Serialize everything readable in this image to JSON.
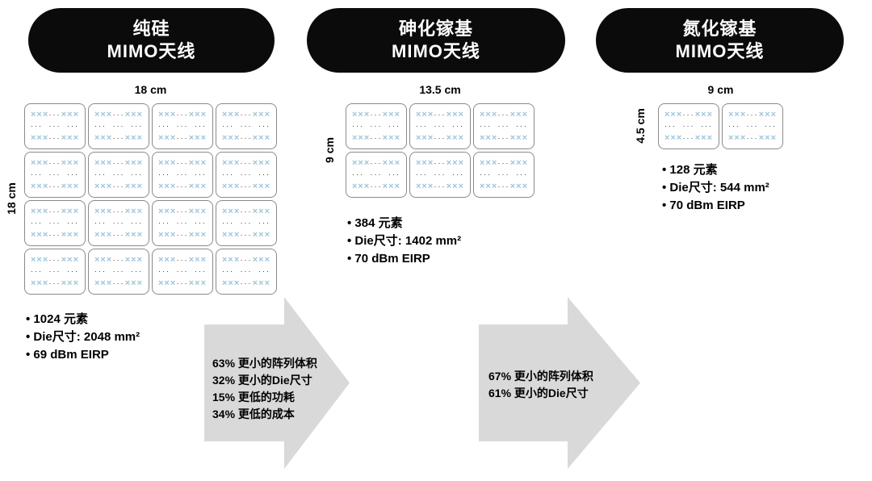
{
  "panels": [
    {
      "title1": "纯硅",
      "title2": "MIMO天线",
      "width_label": "18 cm",
      "height_label": "18 cm",
      "grid": {
        "rows": 4,
        "cols": 4
      },
      "specs": [
        "1024 元素",
        "Die尺寸: 2048 mm²",
        "69 dBm EIRP"
      ]
    },
    {
      "title1": "砷化镓基",
      "title2": "MIMO天线",
      "width_label": "13.5 cm",
      "height_label": "9 cm",
      "grid": {
        "rows": 2,
        "cols": 3
      },
      "specs": [
        "384 元素",
        "Die尺寸: 1402 mm²",
        "70 dBm EIRP"
      ]
    },
    {
      "title1": "氮化镓基",
      "title2": "MIMO天线",
      "width_label": "9 cm",
      "height_label": "4.5 cm",
      "grid": {
        "rows": 1,
        "cols": 2
      },
      "specs": [
        "128 元素",
        "Die尺寸: 544 mm²",
        "70 dBm EIRP"
      ]
    }
  ],
  "arrows": [
    {
      "lines": [
        "63% 更小的阵列体积",
        "32% 更小的Die尺寸",
        "15% 更低的功耗",
        "34% 更低的成本"
      ]
    },
    {
      "lines": [
        "67% 更小的阵列体积",
        "61% 更小的Die尺寸"
      ]
    }
  ],
  "tile_pattern": {
    "glyphs": {
      "x": "×××",
      "d": "···"
    },
    "rows": [
      [
        "x",
        "d",
        "x"
      ],
      [
        "d",
        "d",
        "d"
      ],
      [
        "x",
        "d",
        "x"
      ]
    ]
  },
  "colors": {
    "pill_bg": "#0b0b0b",
    "pill_text": "#ffffff",
    "tile_border": "#8a8a8a",
    "element_blue": "#9fc5da",
    "dot_dark": "#2b2b2b",
    "arrow_gray": "#d9d9d9",
    "text": "#111111"
  }
}
